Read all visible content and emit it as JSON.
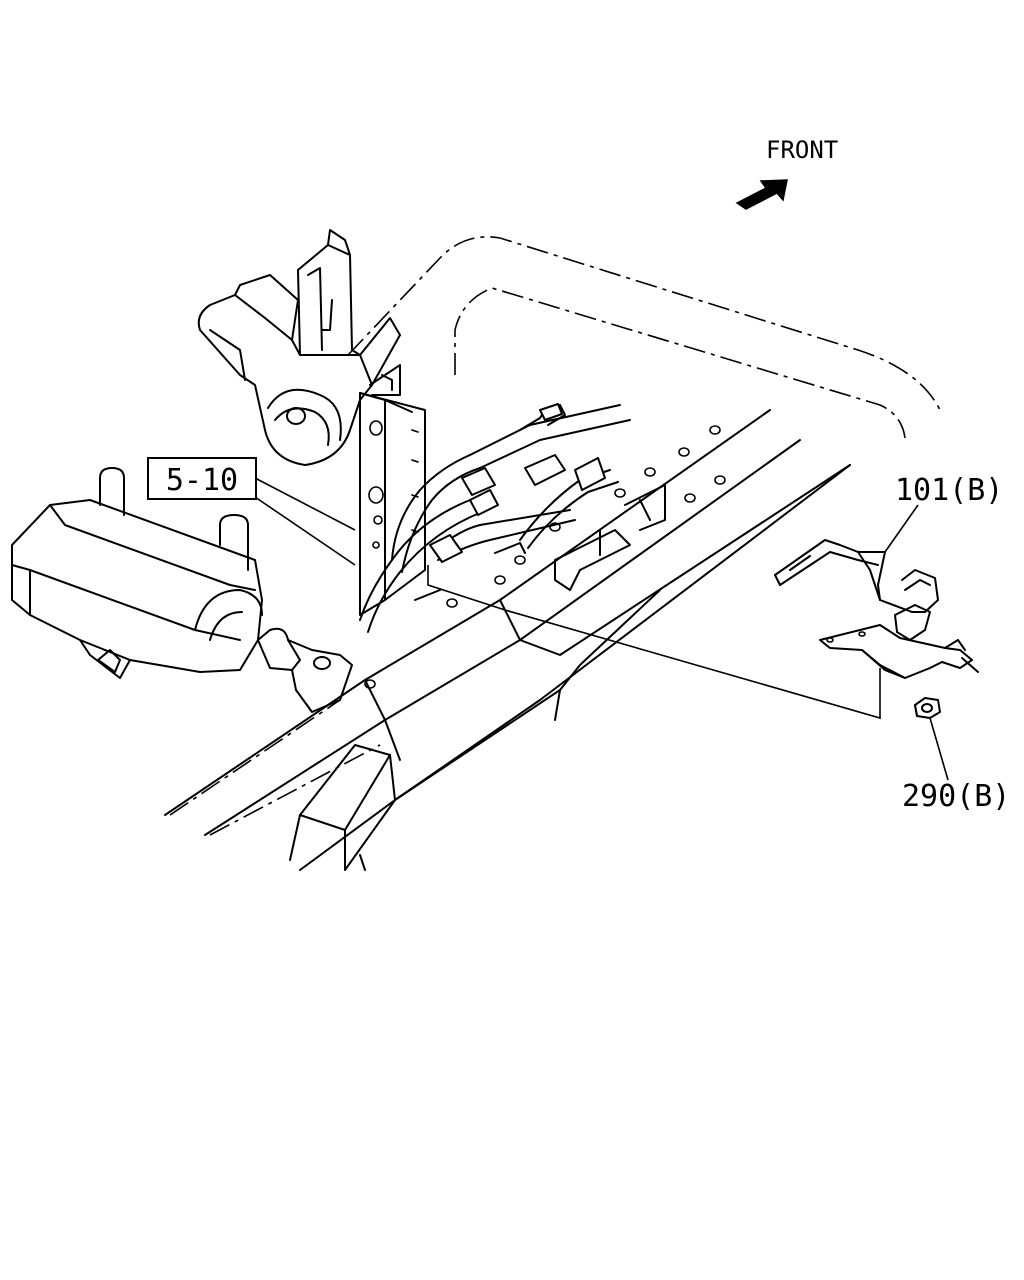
{
  "labels": {
    "front": "FRONT",
    "ref_box": "5-10",
    "part_bracket": "101(B)",
    "part_nut": "290(B)"
  },
  "icons": {
    "front_arrow": "front-direction-arrow-icon"
  },
  "colors": {
    "line": "#000000",
    "background": "#ffffff"
  }
}
